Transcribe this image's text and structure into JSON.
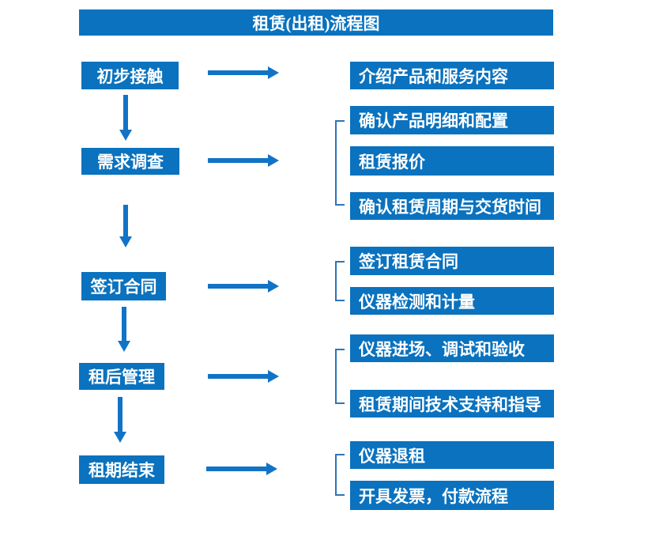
{
  "title": "租赁(出租)流程图",
  "colors": {
    "box_blue": "#0A72BE",
    "arrow_blue": "#1273C6",
    "bracket_blue": "#2E75B6",
    "text_white": "#FFFFFF",
    "background": "#FFFFFF"
  },
  "steps": [
    {
      "label": "初步接触",
      "details": [
        "介绍产品和服务内容"
      ]
    },
    {
      "label": "需求调查",
      "details": [
        "确认产品明细和配置",
        "租赁报价",
        "确认租赁周期与交货时间"
      ]
    },
    {
      "label": "签订合同",
      "details": [
        "签订租赁合同",
        "仪器检测和计量"
      ]
    },
    {
      "label": "租后管理",
      "details": [
        "仪器进场、调试和验收",
        "租赁期间技术支持和指导"
      ]
    },
    {
      "label": "租期结束",
      "details": [
        "仪器退租",
        "开具发票，付款流程"
      ]
    }
  ]
}
